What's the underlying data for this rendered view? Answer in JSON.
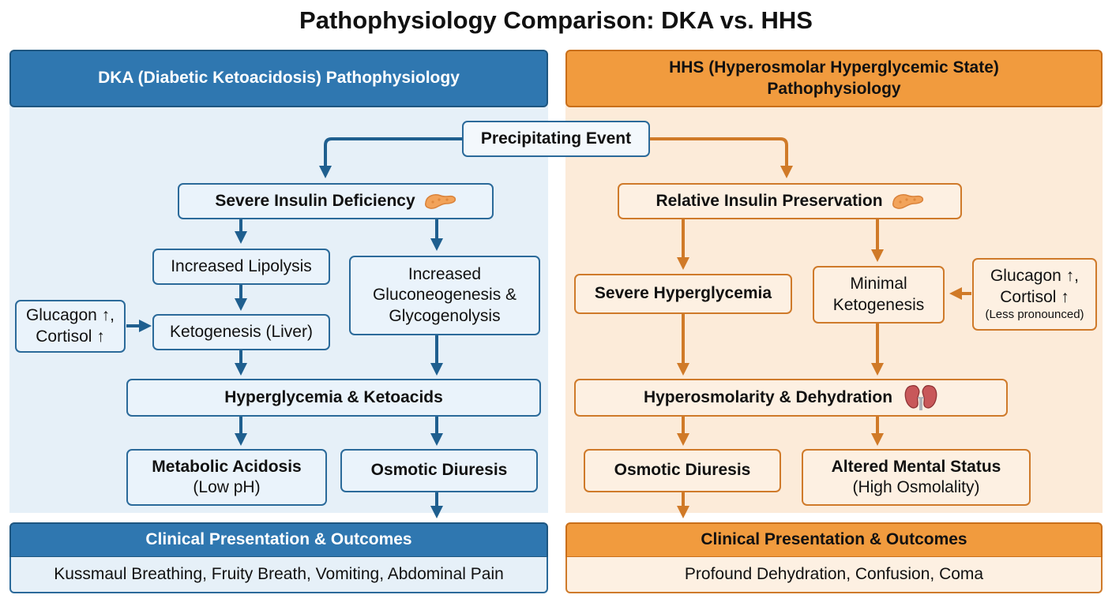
{
  "title": "Pathophysiology Comparison: DKA vs. HHS",
  "colors": {
    "blue": "#2f77b0",
    "blue_arrow": "#1f5f8f",
    "orange": "#f19b3e",
    "orange_arrow": "#d07a28"
  },
  "dka": {
    "header": "DKA (Diabetic Ketoacidosis) Pathophysiology",
    "insulin": "Severe Insulin Deficiency",
    "lipolysis": "Increased Lipolysis",
    "gluconeo": "Increased Gluconeogenesis & Glycogenolysis",
    "hormones": "Glucagon ↑, Cortisol ↑",
    "ketogenesis": "Ketogenesis (Liver)",
    "hyper_keto": "Hyperglycemia & Ketoacids",
    "acidosis_title": "Metabolic Acidosis",
    "acidosis_sub": "(Low pH)",
    "diuresis": "Osmotic Diuresis",
    "outcome_header": "Clinical Presentation & Outcomes",
    "outcome_text": "Kussmaul Breathing, Fruity Breath, Vomiting, Abdominal Pain"
  },
  "shared": {
    "event": "Precipitating Event"
  },
  "hhs": {
    "header": "HHS (Hyperosmolar Hyperglycemic State) Pathophysiology",
    "insulin": "Relative Insulin Preservation",
    "hyperglycemia": "Severe Hyperglycemia",
    "ketogenesis": "Minimal Ketogenesis",
    "hormones": "Glucagon ↑, Cortisol ↑",
    "hormones_note": "(Less pronounced)",
    "hyperosm": "Hyperosmolarity & Dehydration",
    "diuresis": "Osmotic Diuresis",
    "mental_title": "Altered Mental Status",
    "mental_sub": "(High Osmolality)",
    "outcome_header": "Clinical Presentation & Outcomes",
    "outcome_text": "Profound Dehydration, Confusion, Coma"
  },
  "icons": {
    "pancreas": "pancreas-icon",
    "kidneys": "kidneys-icon"
  }
}
